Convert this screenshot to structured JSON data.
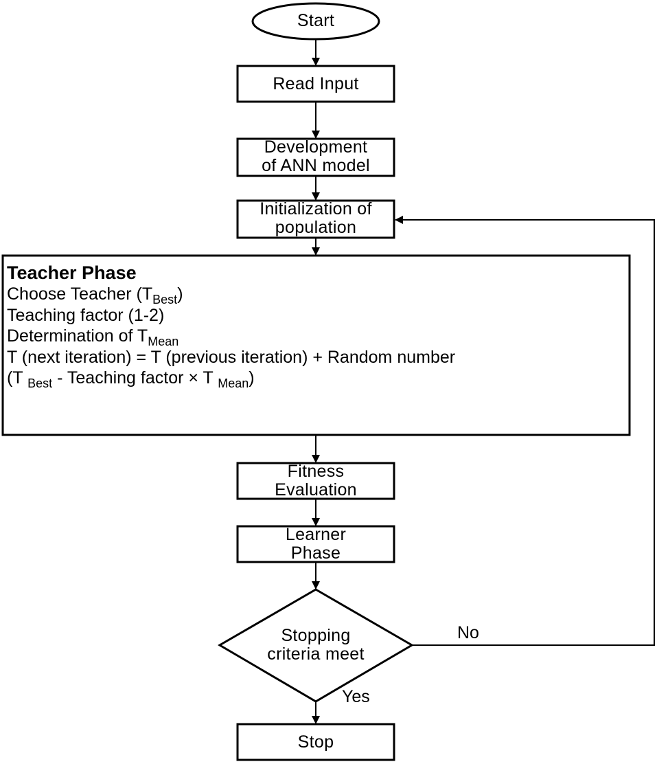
{
  "nodes": {
    "start": "Start",
    "read_input": "Read Input",
    "development": [
      "Development",
      "of ANN model"
    ],
    "initialization": [
      "Initialization of",
      "population"
    ],
    "fitness": [
      "Fitness",
      "Evaluation"
    ],
    "learner": [
      "Learner",
      "Phase"
    ],
    "decision": [
      "Stopping",
      "criteria meet"
    ],
    "stop": "Stop"
  },
  "teacher_phase": {
    "title": "Teacher Phase",
    "choose_prefix": "Choose Teacher (T",
    "choose_sub": "Best",
    "choose_suffix": ")",
    "teaching_factor": "Teaching factor (1-2)",
    "determination_prefix": "Determination of T",
    "determination_sub": "Mean",
    "update_rule": "T (next iteration) = T (previous iteration) + Random number",
    "formula_open": "(T ",
    "formula_sub1": "Best",
    "formula_mid": " - Teaching factor × T ",
    "formula_sub2": "Mean",
    "formula_close": ")"
  },
  "edges": {
    "no": "No",
    "yes": "Yes"
  }
}
